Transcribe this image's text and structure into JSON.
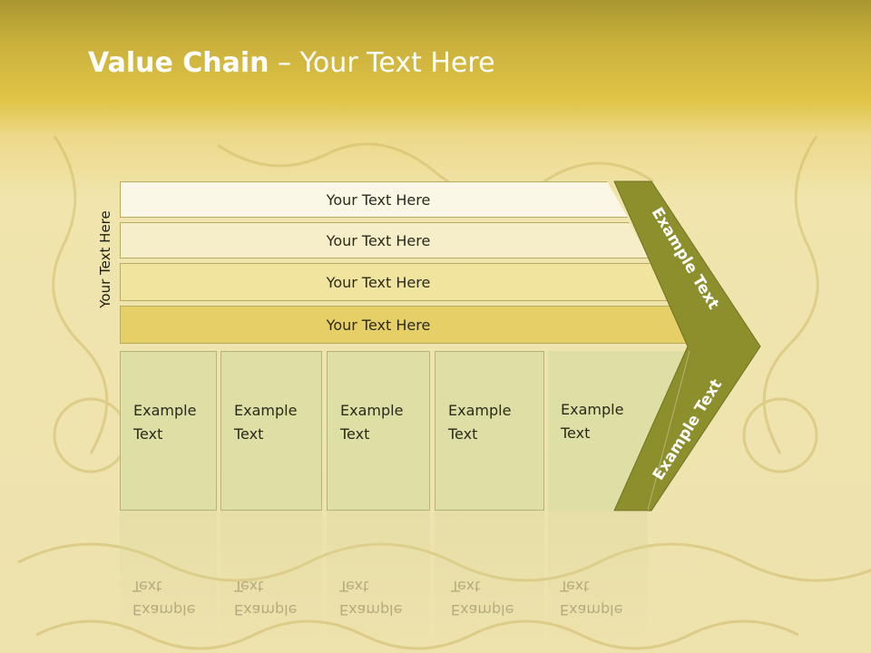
{
  "title": {
    "bold": "Value Chain",
    "rest": " – Your Text Here"
  },
  "side_label": "Your Text Here",
  "support_bands": [
    {
      "label": "Your Text Here"
    },
    {
      "label": "Your Text Here"
    },
    {
      "label": "Your Text Here"
    },
    {
      "label": "Your Text Here"
    }
  ],
  "primary_boxes": [
    {
      "label": "Example Text"
    },
    {
      "label": "Example Text"
    },
    {
      "label": "Example Text"
    },
    {
      "label": "Example Text"
    },
    {
      "label": "Example Text"
    }
  ],
  "chevron": {
    "top_label": "Example Text",
    "bottom_label": "Example Text",
    "color": "#8c8f2c"
  },
  "colors": {
    "band_1": "#faf7e6",
    "band_2": "#f6eec8",
    "band_3": "#f0e49f",
    "band_4": "#e6cf67",
    "box": "#dedfa4"
  }
}
